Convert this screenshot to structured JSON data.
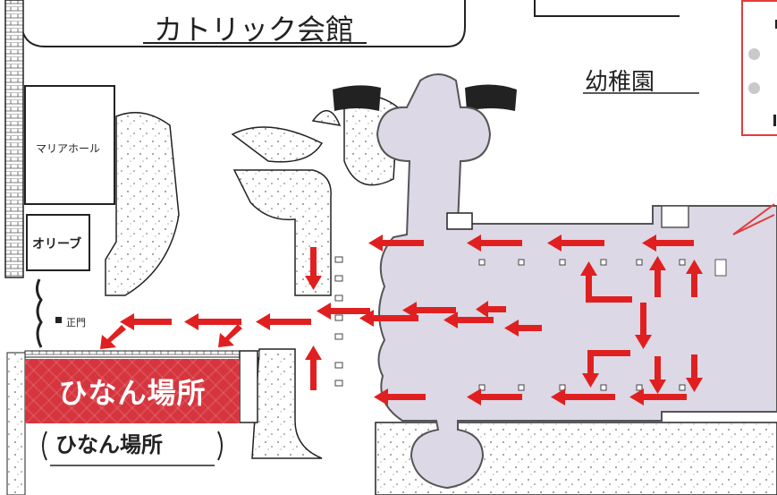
{
  "labels": {
    "catholic_hall": "カトリック会館",
    "kindergarten": "幼稚園",
    "maria_hall": "マリアホール",
    "olive": "オリーブ",
    "main_gate": "正門",
    "evac_badge": "ひなん場所",
    "evac_handwritten": "ひなん場所"
  },
  "colors": {
    "arrow": "#e02020",
    "church": "#dcd8e6",
    "badge": "#d6353e",
    "callout_border": "#e23c3c"
  },
  "icons": {
    "arrows": "evacuation-direction-arrow",
    "callout_bullets": "bullet-dot"
  }
}
